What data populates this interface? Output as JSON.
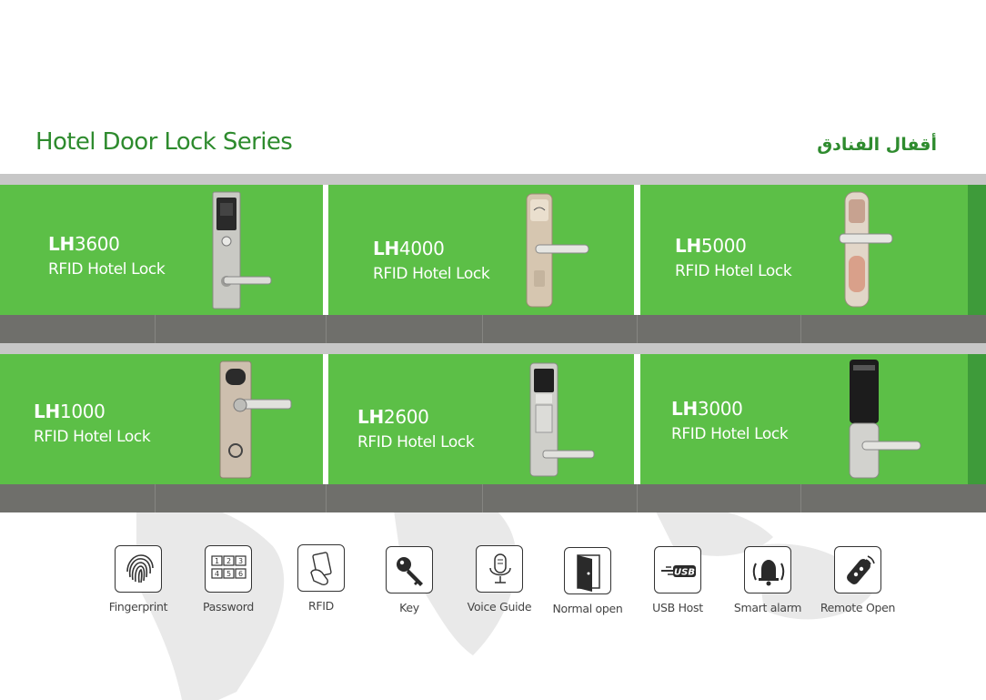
{
  "header": {
    "title": "Hotel Door Lock Series",
    "arabic_title": "أقفال الفنادق"
  },
  "colors": {
    "brand_green": "#2e8b2e",
    "panel_green": "#5cbf47",
    "panel_edge_green": "#3e9b3a",
    "gray_strip": "#c7c7c7",
    "dark_strip": "#6f6f6b",
    "white": "#ffffff"
  },
  "products": [
    {
      "prefix": "LH",
      "number": "3600",
      "desc": "RFID Hotel Lock"
    },
    {
      "prefix": "LH",
      "number": "4000",
      "desc": "RFID Hotel Lock"
    },
    {
      "prefix": "LH",
      "number": "5000",
      "desc": "RFID Hotel Lock"
    },
    {
      "prefix": "LH",
      "number": "1000",
      "desc": "RFID Hotel Lock"
    },
    {
      "prefix": "LH",
      "number": "2600",
      "desc": "RFID Hotel Lock"
    },
    {
      "prefix": "LH",
      "number": "3000",
      "desc": "RFID Hotel Lock"
    }
  ],
  "features": [
    {
      "label": "Fingerprint",
      "icon": "fingerprint-icon"
    },
    {
      "label": "Password",
      "icon": "keypad-icon"
    },
    {
      "label": "RFID",
      "icon": "rfid-card-icon"
    },
    {
      "label": "Key",
      "icon": "key-icon"
    },
    {
      "label": "Voice Guide",
      "icon": "microphone-icon"
    },
    {
      "label": "Normal open",
      "icon": "open-door-icon"
    },
    {
      "label": "USB Host",
      "icon": "usb-icon"
    },
    {
      "label": "Smart alarm",
      "icon": "alarm-bell-icon"
    },
    {
      "label": "Remote Open",
      "icon": "remote-control-icon"
    }
  ],
  "usb_icon_text": "USB",
  "keypad_digits": [
    "1",
    "2",
    "3",
    "4",
    "5",
    "6"
  ]
}
